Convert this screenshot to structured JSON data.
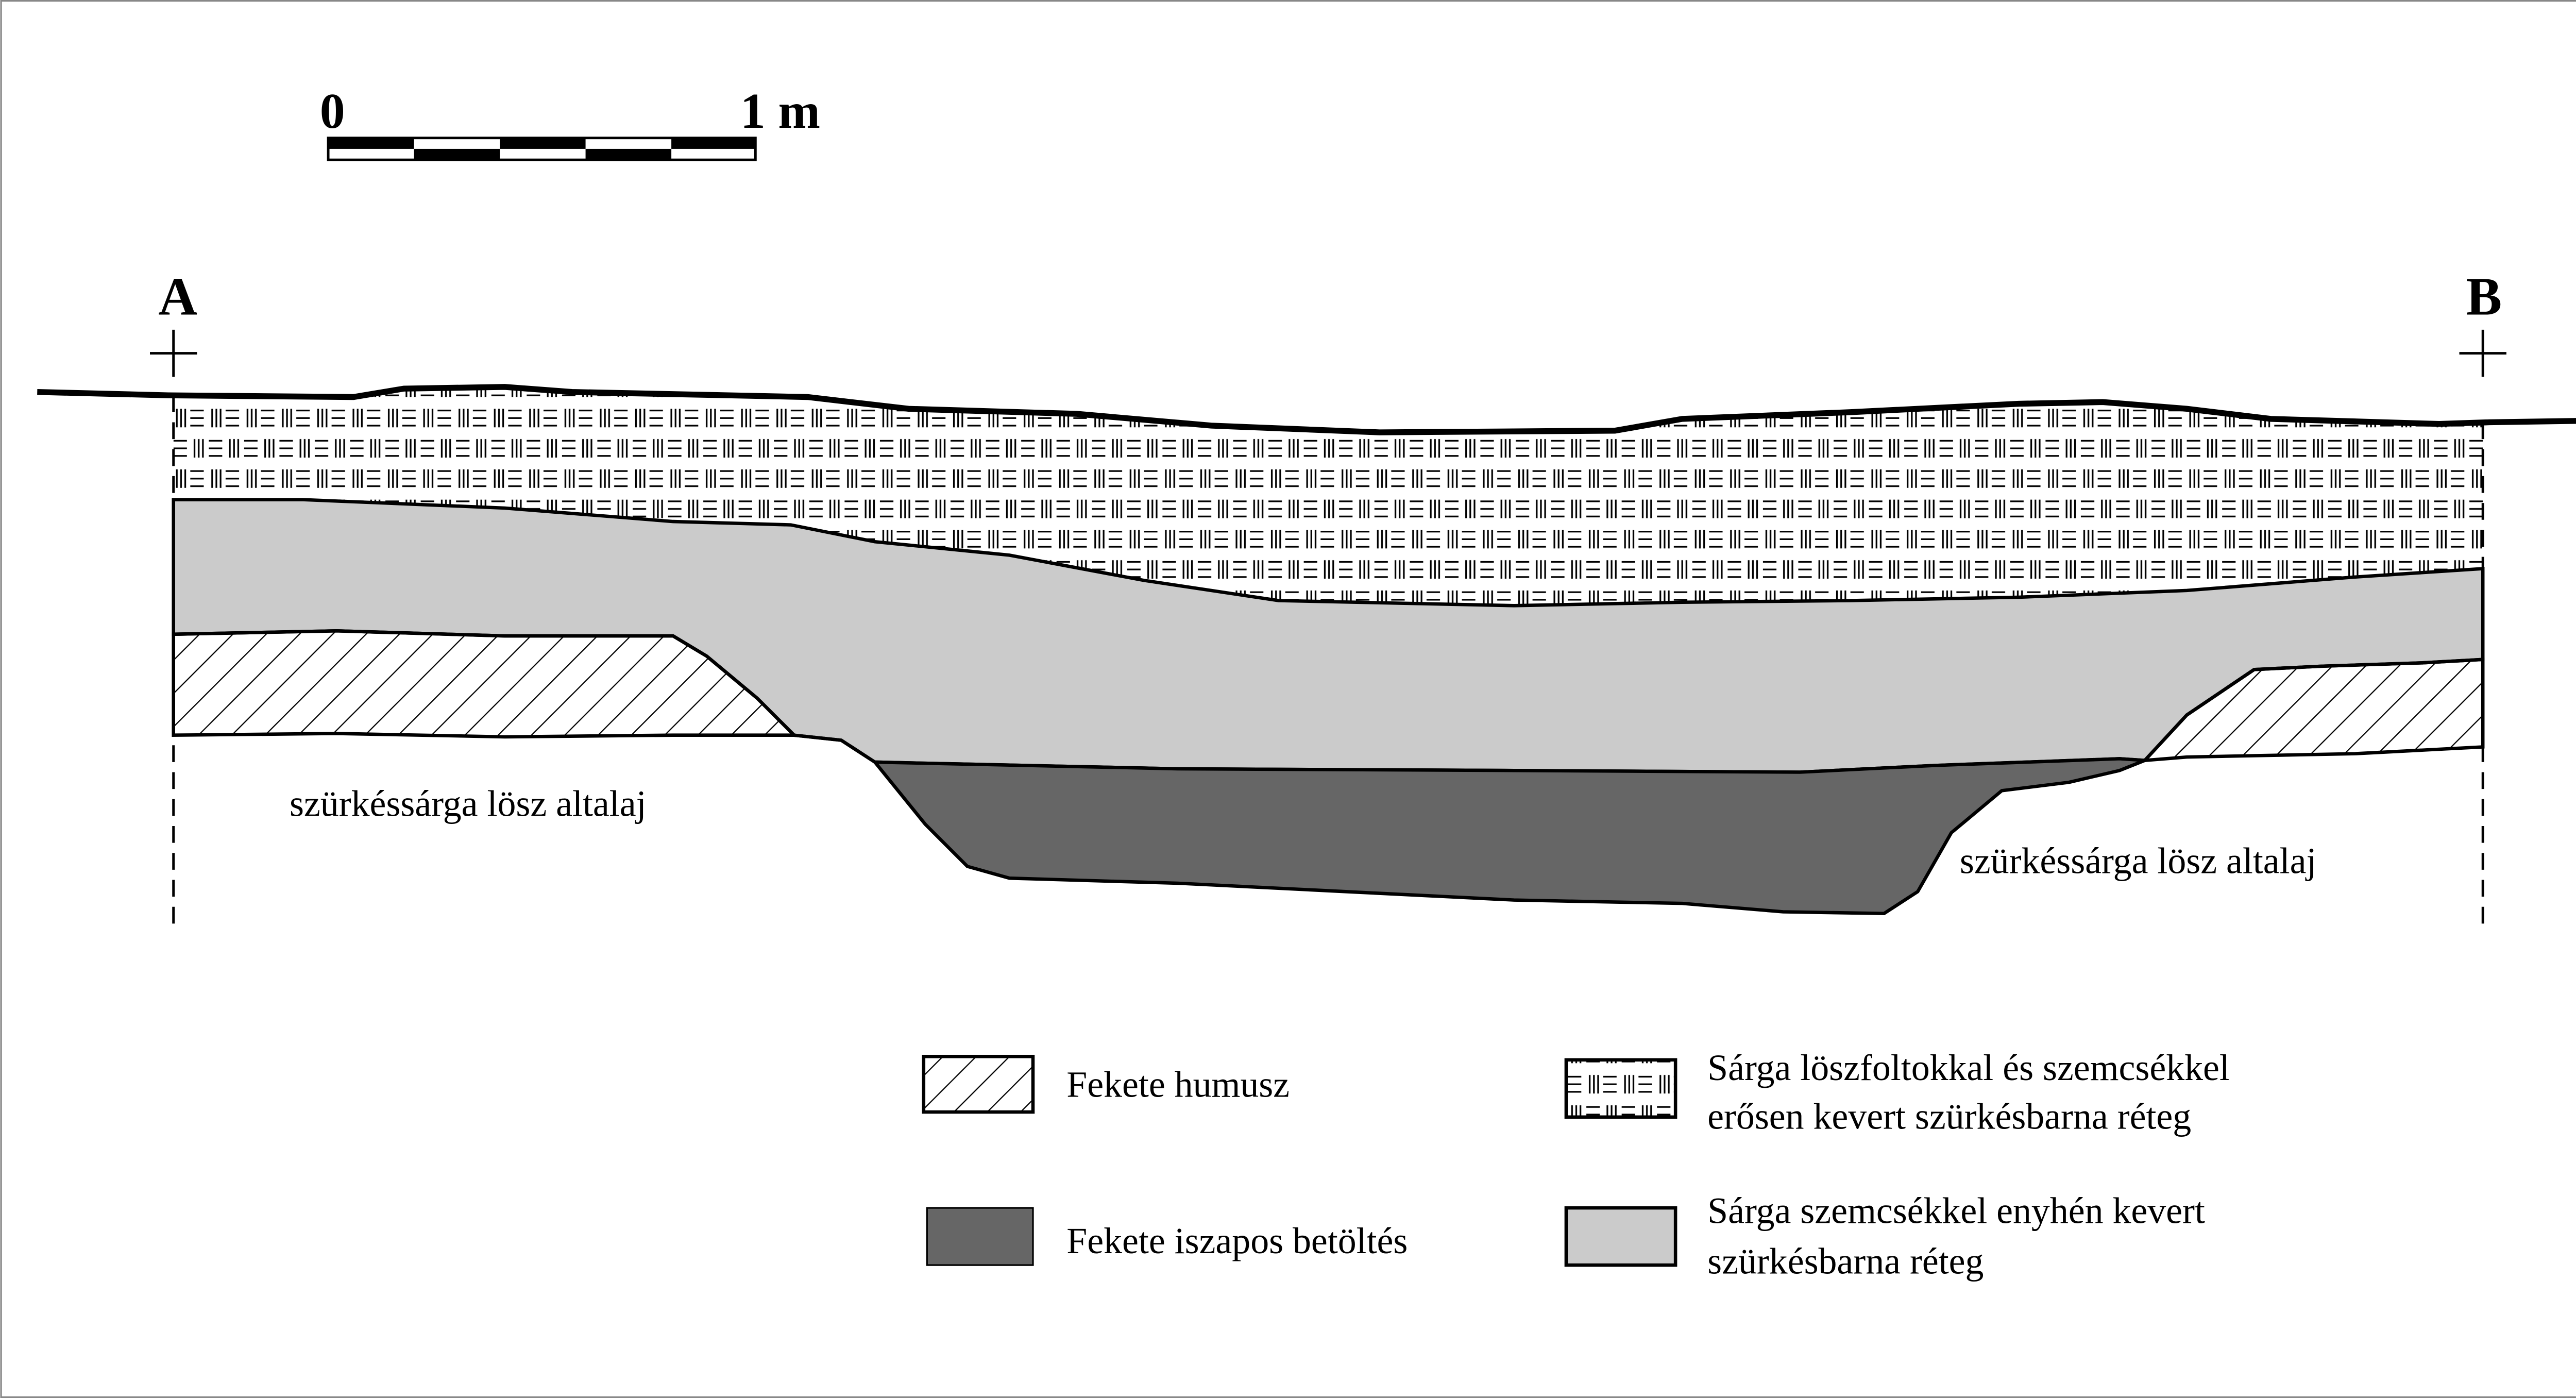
{
  "scale_bar": {
    "start_label": "0",
    "end_label": "1 m"
  },
  "section": {
    "point_a": "A",
    "point_b": "B",
    "left_label": "szürkéssárga lösz altalaj",
    "right_label": "szürkéssárga lösz altalaj"
  },
  "legend": {
    "humus": "Fekete humusz",
    "silt_fill": "Fekete iszapos betöltés",
    "strong_mix_line1": "Sárga löszfoltokkal és szemcsékkel",
    "strong_mix_line2": "erősen kevert szürkésbarna réteg",
    "light_mix_line1": "Sárga szemcsékkel enyhén kevert",
    "light_mix_line2": "szürkésbarna réteg"
  },
  "colors": {
    "grey_layer": "#cbcbcb",
    "dark_fill": "#666666",
    "line": "#000000"
  }
}
